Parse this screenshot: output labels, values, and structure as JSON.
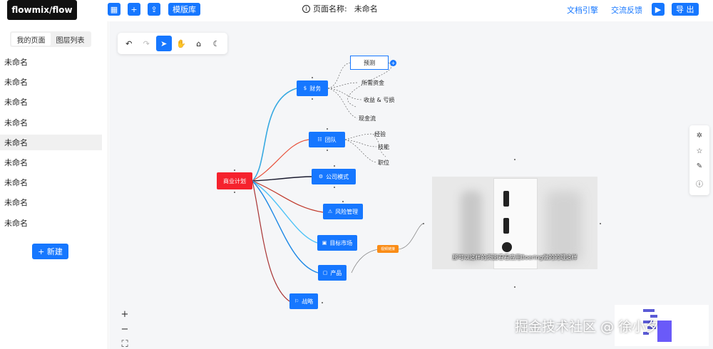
{
  "app": {
    "title": "flowmix/flow"
  },
  "header": {
    "template_label": "模版库",
    "page_name_label": "页面名称:",
    "page_name_value": "未命名",
    "docs_link": "文档引擎",
    "feedback_link": "交流反馈",
    "export_label": "导 出"
  },
  "sidebar": {
    "tabs": [
      {
        "label": "我的页面",
        "active": true
      },
      {
        "label": "图层列表",
        "active": false
      }
    ],
    "pages": [
      "未命名",
      "未命名",
      "未命名",
      "未命名",
      "未命名",
      "未命名",
      "未命名",
      "未命名",
      "未命名"
    ],
    "selected_index": 4,
    "new_label": "+ 新建"
  },
  "mindmap": {
    "root": "商业计划",
    "branches": [
      "财务",
      "团队",
      "公司模式",
      "风险管理",
      "目标市场",
      "产品",
      "战略"
    ],
    "finance_children": [
      "预测",
      "所需资金",
      "收益 & 亏损",
      "现金流"
    ],
    "team_children": [
      "经验",
      "技能",
      "职位"
    ],
    "tag_label": "视频链接"
  },
  "video": {
    "caption": "那可以这样的页面看看应用Boering做的的哦这样"
  },
  "watermark": {
    "text": "掘金技术社区 @ 徐小夕"
  },
  "colors": {
    "primary": "#1677ff",
    "root": "#f5222d",
    "tag": "#fa8c16"
  }
}
